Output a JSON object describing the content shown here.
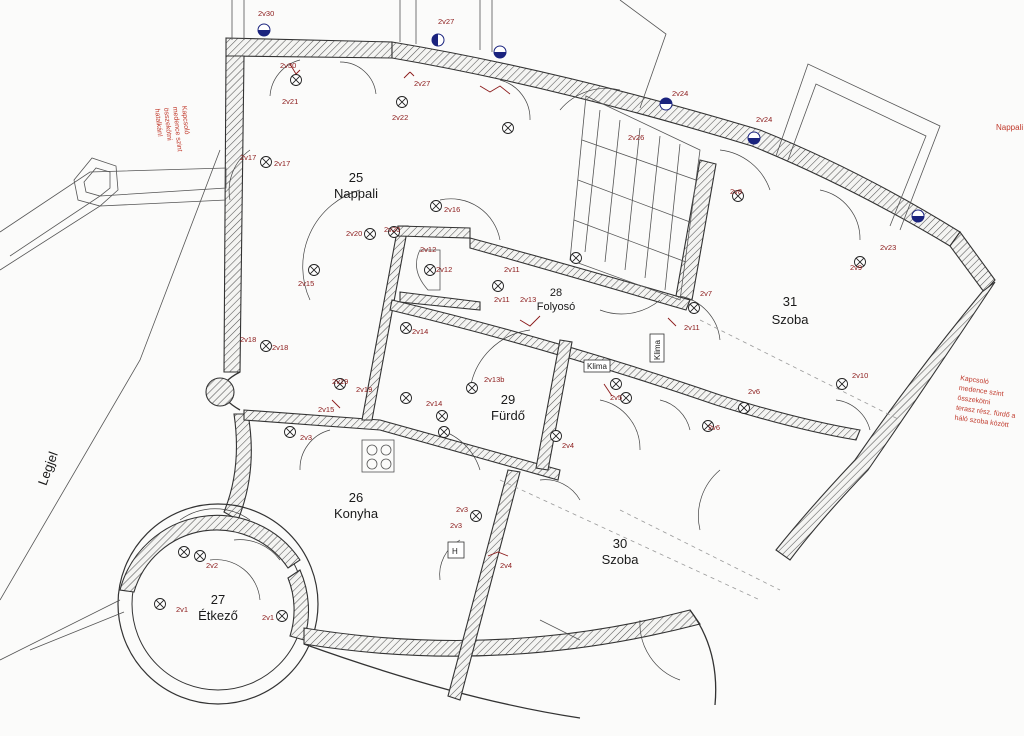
{
  "rooms": [
    {
      "num": "25",
      "name": "Nappali"
    },
    {
      "num": "26",
      "name": "Konyha"
    },
    {
      "num": "27",
      "name": "Étkező"
    },
    {
      "num": "28",
      "name": "Folyosó"
    },
    {
      "num": "29",
      "name": "Fürdő"
    },
    {
      "num": "30",
      "name": "Szoba"
    },
    {
      "num": "31",
      "name": "Szoba"
    }
  ],
  "exterior_label": "Legjel",
  "fixtures": {
    "klima1": "Klima",
    "klima2": "Klima",
    "heater": "H"
  },
  "circuits": {
    "c1": "2v1",
    "c1b": "2v1",
    "c2": "2v2",
    "c3": "2v3",
    "c3b": "2v3",
    "c4": "2v4",
    "c4b": "2v4",
    "c6": "2v6",
    "c6b": "2v6",
    "c7": "2v7",
    "c8": "2v8",
    "c9": "2v9",
    "c10": "2v10",
    "c11": "2v11",
    "c11b": "2v11",
    "c11c": "2v11",
    "c12": "2v12",
    "c13": "2v13",
    "c13b": "2v13b",
    "c14": "2v14",
    "c14b": "2v14",
    "c15": "2v15",
    "c15b": "2v15",
    "c16": "2v16",
    "c17": "2v17",
    "c17b": "2v17",
    "c18": "2v18",
    "c18b": "2v18",
    "c19": "2v19",
    "c19b": "2v19",
    "c20": "2v20",
    "c20b": "2v20",
    "c21": "2v21",
    "c22": "2v22",
    "c23": "2v23",
    "c24": "2v24",
    "c24b": "2v24",
    "c26": "2v26",
    "c27": "2v27",
    "c27b": "2v27",
    "c30": "2v30",
    "c30b": "2v30",
    "c5": "2v5"
  },
  "notes": {
    "left": [
      "Kapcsoló",
      "medence szint",
      "összekötni",
      "hatalkán!"
    ],
    "right": [
      "Kapcsoló",
      "medence szint",
      "összekötni",
      "terasz rész. fürdő a",
      "háló szoba között"
    ],
    "top_right": "Nappali"
  },
  "colors": {
    "ink": "#333333",
    "electrical": "#8b1a1a",
    "note": "#c0392b",
    "paper": "#fbfbfa"
  }
}
